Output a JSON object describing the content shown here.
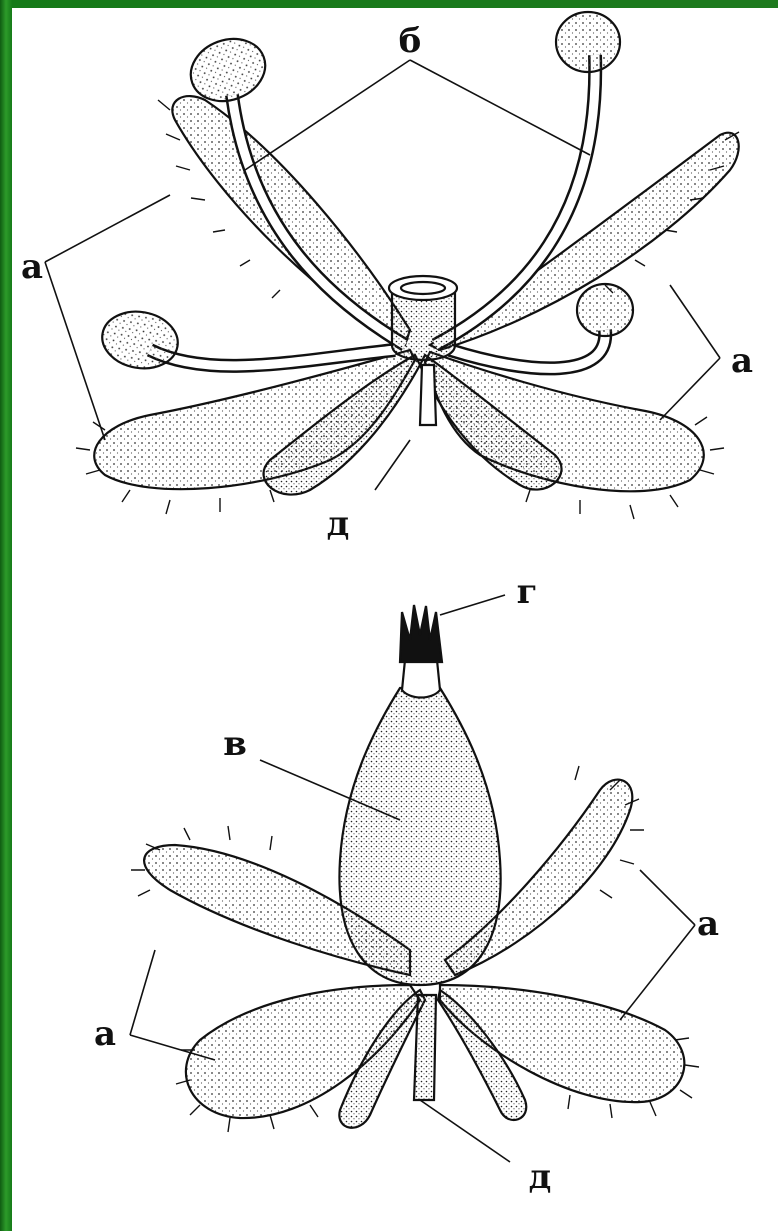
{
  "figure": {
    "top_flower": {
      "labels": {
        "petal_left": "а",
        "petal_right": "а",
        "stamens": "б",
        "pedicel": "д"
      }
    },
    "bottom_flower": {
      "labels": {
        "stigma": "г",
        "ovary": "в",
        "petal_left": "а",
        "petal_right": "а",
        "pedicel": "д"
      }
    }
  },
  "colors": {
    "background": "#1e7a1e",
    "paper": "#ffffff",
    "ink": "#111111"
  }
}
